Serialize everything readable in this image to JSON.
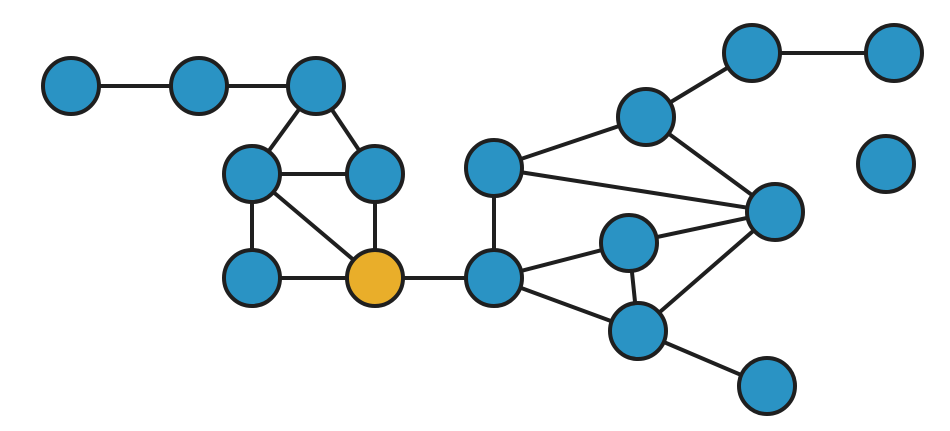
{
  "graph": {
    "colors": {
      "node_default": "#2a93c4",
      "node_highlight": "#e9ae2a",
      "edge": "#1f1f1f",
      "outline": "#1f1f1f"
    },
    "nodes": [
      {
        "id": "n1",
        "highlighted": false
      },
      {
        "id": "n2",
        "highlighted": false
      },
      {
        "id": "n3",
        "highlighted": false
      },
      {
        "id": "n4",
        "highlighted": false
      },
      {
        "id": "n5",
        "highlighted": false
      },
      {
        "id": "n6",
        "highlighted": false
      },
      {
        "id": "n7",
        "highlighted": true
      },
      {
        "id": "n8",
        "highlighted": false
      },
      {
        "id": "n9",
        "highlighted": false
      },
      {
        "id": "n10",
        "highlighted": false
      },
      {
        "id": "n11",
        "highlighted": false
      },
      {
        "id": "n12",
        "highlighted": false
      },
      {
        "id": "n13",
        "highlighted": false
      },
      {
        "id": "n14",
        "highlighted": false
      },
      {
        "id": "n15",
        "highlighted": false
      },
      {
        "id": "n16",
        "highlighted": false
      },
      {
        "id": "n17",
        "highlighted": false
      }
    ],
    "edges": [
      [
        "n1",
        "n2"
      ],
      [
        "n2",
        "n3"
      ],
      [
        "n3",
        "n4"
      ],
      [
        "n3",
        "n5"
      ],
      [
        "n4",
        "n5"
      ],
      [
        "n4",
        "n6"
      ],
      [
        "n4",
        "n7"
      ],
      [
        "n5",
        "n7"
      ],
      [
        "n6",
        "n7"
      ],
      [
        "n7",
        "n9"
      ],
      [
        "n8",
        "n9"
      ],
      [
        "n8",
        "n10"
      ],
      [
        "n8",
        "n12"
      ],
      [
        "n10",
        "n12"
      ],
      [
        "n10",
        "n15"
      ],
      [
        "n15",
        "n16"
      ],
      [
        "n9",
        "n11"
      ],
      [
        "n9",
        "n13"
      ],
      [
        "n11",
        "n12"
      ],
      [
        "n11",
        "n13"
      ],
      [
        "n12",
        "n13"
      ],
      [
        "n13",
        "n14"
      ]
    ]
  }
}
